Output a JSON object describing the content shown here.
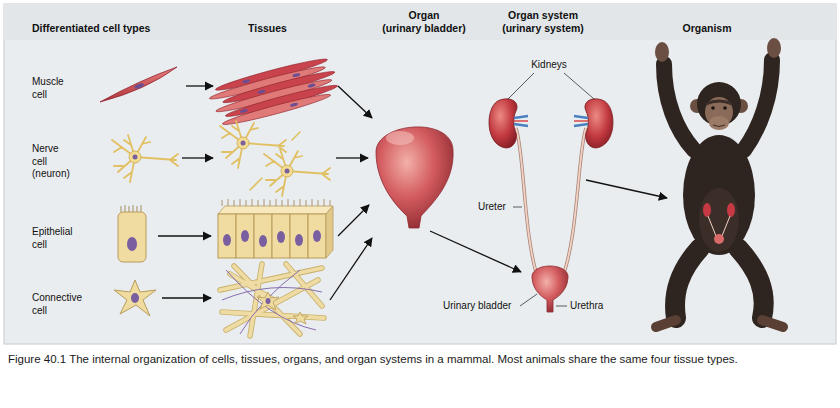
{
  "diagram": {
    "caption": "Figure 40.1 The internal organization of cells, tissues, organs, and organ systems in a mammal. Most animals share the same four tissue types.",
    "labels": [
      "Differentiated cell types",
      "Tissues",
      "Organ",
      "(urinary bladder)",
      "Organ system",
      "(urinary system)",
      "Organism",
      "Muscle cell",
      "Kidneys",
      "Nerve cell (neuron)",
      "Ureter",
      "Epithelial cell",
      "Connective cell",
      "Urinary bladder",
      "Urethra"
    ]
  }
}
